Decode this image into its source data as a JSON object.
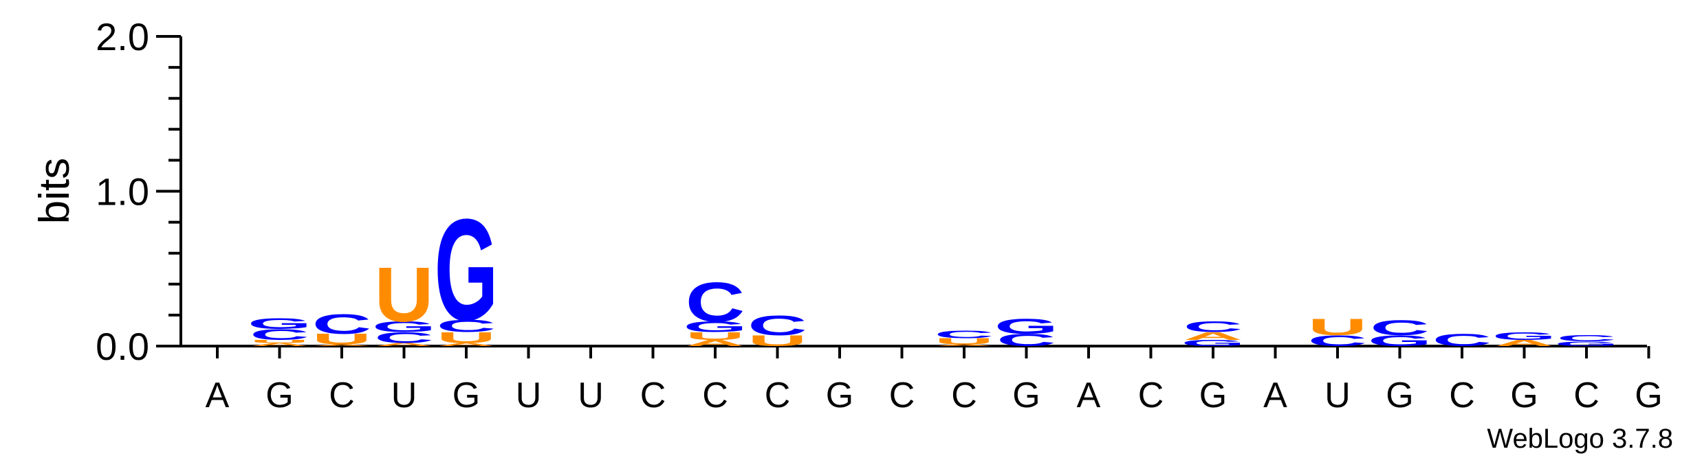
{
  "chart_data": {
    "type": "sequence-logo",
    "ylabel": "bits",
    "ylim": [
      0,
      2.0
    ],
    "yticks": [
      "0.0",
      "1.0",
      "2.0"
    ],
    "footer": "WebLogo 3.7.8",
    "colors": {
      "A": "#ff8c00",
      "U": "#ff8c00",
      "C": "#0000ff",
      "G": "#0000ff"
    },
    "x_labels": [
      "A",
      "G",
      "C",
      "U",
      "G",
      "U",
      "U",
      "C",
      "C",
      "C",
      "G",
      "C",
      "C",
      "G",
      "A",
      "C",
      "G",
      "A",
      "U",
      "G",
      "C",
      "G",
      "C",
      "G"
    ],
    "positions": [
      [],
      [
        {
          "l": "A",
          "h": 0.02
        },
        {
          "l": "U",
          "h": 0.02
        },
        {
          "l": "C",
          "h": 0.07
        },
        {
          "l": "G",
          "h": 0.07
        }
      ],
      [
        {
          "l": "A",
          "h": 0.01
        },
        {
          "l": "U",
          "h": 0.07
        },
        {
          "l": "C",
          "h": 0.13
        }
      ],
      [
        {
          "l": "A",
          "h": 0.02
        },
        {
          "l": "C",
          "h": 0.07
        },
        {
          "l": "G",
          "h": 0.07
        },
        {
          "l": "U",
          "h": 0.36
        }
      ],
      [
        {
          "l": "A",
          "h": 0.02
        },
        {
          "l": "U",
          "h": 0.07
        },
        {
          "l": "C",
          "h": 0.08
        },
        {
          "l": "G",
          "h": 0.67
        }
      ],
      [],
      [],
      [],
      [
        {
          "l": "A",
          "h": 0.04
        },
        {
          "l": "U",
          "h": 0.05
        },
        {
          "l": "G",
          "h": 0.07
        },
        {
          "l": "C",
          "h": 0.26
        }
      ],
      [
        {
          "l": "U",
          "h": 0.07
        },
        {
          "l": "C",
          "h": 0.13
        }
      ],
      [],
      [],
      [
        {
          "l": "A",
          "h": 0.01
        },
        {
          "l": "U",
          "h": 0.04
        },
        {
          "l": "C",
          "h": 0.05
        }
      ],
      [
        {
          "l": "C",
          "h": 0.08
        },
        {
          "l": "G",
          "h": 0.1
        }
      ],
      [],
      [],
      [
        {
          "l": "G",
          "h": 0.04
        },
        {
          "l": "A",
          "h": 0.05
        },
        {
          "l": "C",
          "h": 0.07
        }
      ],
      [],
      [
        {
          "l": "C",
          "h": 0.07
        },
        {
          "l": "U",
          "h": 0.11
        }
      ],
      [
        {
          "l": "G",
          "h": 0.07
        },
        {
          "l": "C",
          "h": 0.1
        }
      ],
      [
        {
          "l": "C",
          "h": 0.08
        }
      ],
      [
        {
          "l": "A",
          "h": 0.04
        },
        {
          "l": "G",
          "h": 0.05
        }
      ],
      [
        {
          "l": "G",
          "h": 0.03
        },
        {
          "l": "C",
          "h": 0.04
        }
      ],
      []
    ]
  }
}
